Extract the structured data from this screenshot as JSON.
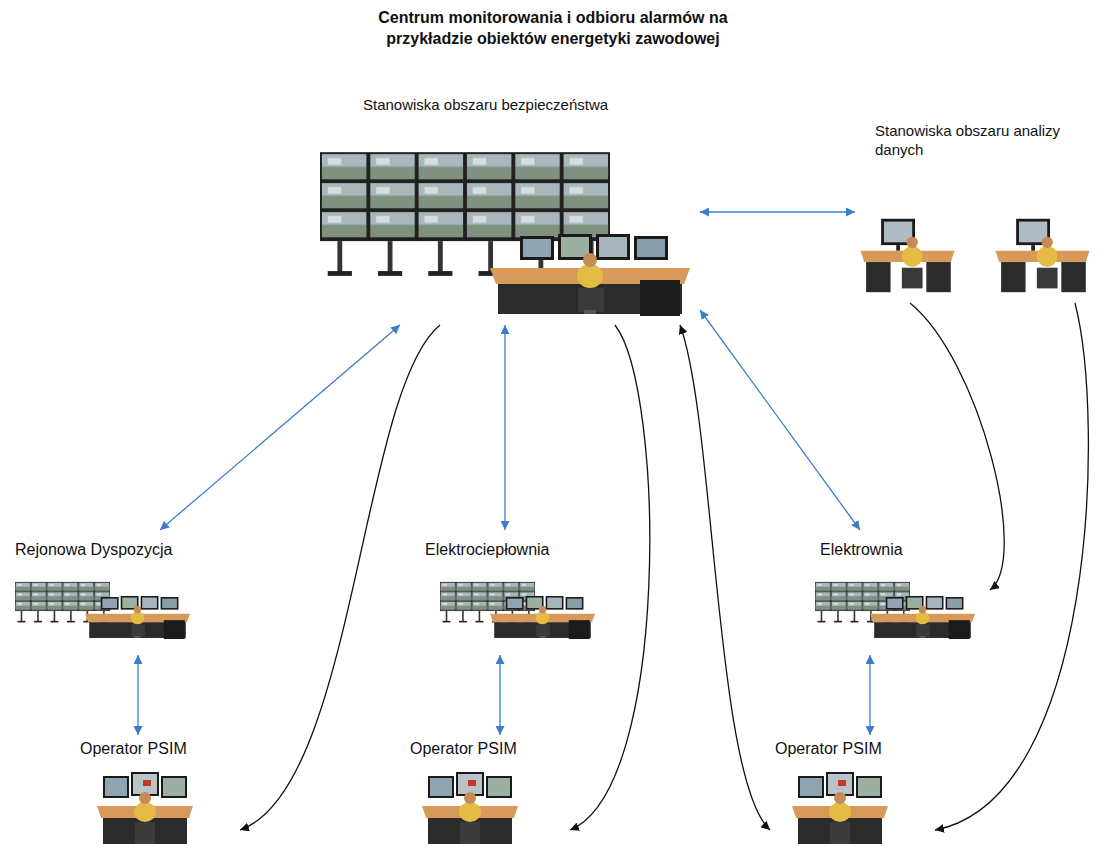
{
  "diagram": {
    "title": "Centrum monitorowania i odbioru alarmów na przykładzie obiektów energetyki zawodowej",
    "nodes": [
      {
        "text": [
          "Stanowiska obszaru bezpieczeństwa"
        ]
      },
      {
        "text": [
          "Stanowiska obszaru analizy danych"
        ]
      },
      {
        "text": [
          "Rejonowa Dyspozycja"
        ]
      },
      {
        "text": [
          "Elektrociepłownia"
        ]
      },
      {
        "text": [
          "Elektrownia"
        ]
      },
      {
        "text": [
          "Operator PSIM"
        ]
      },
      {
        "text": [
          "Operator PSIM"
        ]
      },
      {
        "text": [
          "Operator PSIM"
        ]
      }
    ],
    "edges": [
      {
        "from": 0,
        "to": 1,
        "arrow": "both"
      },
      {
        "from": 0,
        "to": 2,
        "arrow": "both"
      },
      {
        "from": 0,
        "to": 3,
        "arrow": "both"
      },
      {
        "from": 0,
        "to": 4,
        "arrow": "both"
      },
      {
        "from": 2,
        "to": 5,
        "arrow": "both"
      },
      {
        "from": 3,
        "to": 6,
        "arrow": "both"
      },
      {
        "from": 4,
        "to": 7,
        "arrow": "both"
      },
      {
        "from": 0,
        "to": 5,
        "arrow": "to"
      },
      {
        "from": 0,
        "to": 6,
        "arrow": "to"
      },
      {
        "from": 0,
        "to": 7,
        "arrow": "both"
      },
      {
        "from": 1,
        "to": 4,
        "arrow": "to"
      },
      {
        "from": 1,
        "to": 7,
        "arrow": "to"
      }
    ]
  }
}
